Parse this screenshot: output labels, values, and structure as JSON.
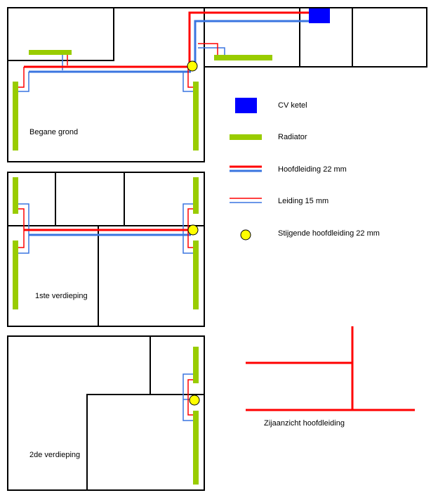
{
  "colors": {
    "wall": "#000000",
    "supply": "#ff0000",
    "return": "#3a75e0",
    "radiator": "#99cc00",
    "boiler": "#0000ff",
    "riser": "#ffff00"
  },
  "floors": {
    "ground": "Begane grond",
    "first": "1ste verdieping",
    "second": "2de verdieping"
  },
  "legend": {
    "boiler": "CV ketel",
    "radiator": "Radiator",
    "main_pipe": "Hoofdleiding 22 mm",
    "pipe": "Leiding 15 mm",
    "riser": "Stijgende hoofdleiding 22 mm"
  },
  "side_view": {
    "caption": "Zijaanzicht hoofdleiding"
  }
}
